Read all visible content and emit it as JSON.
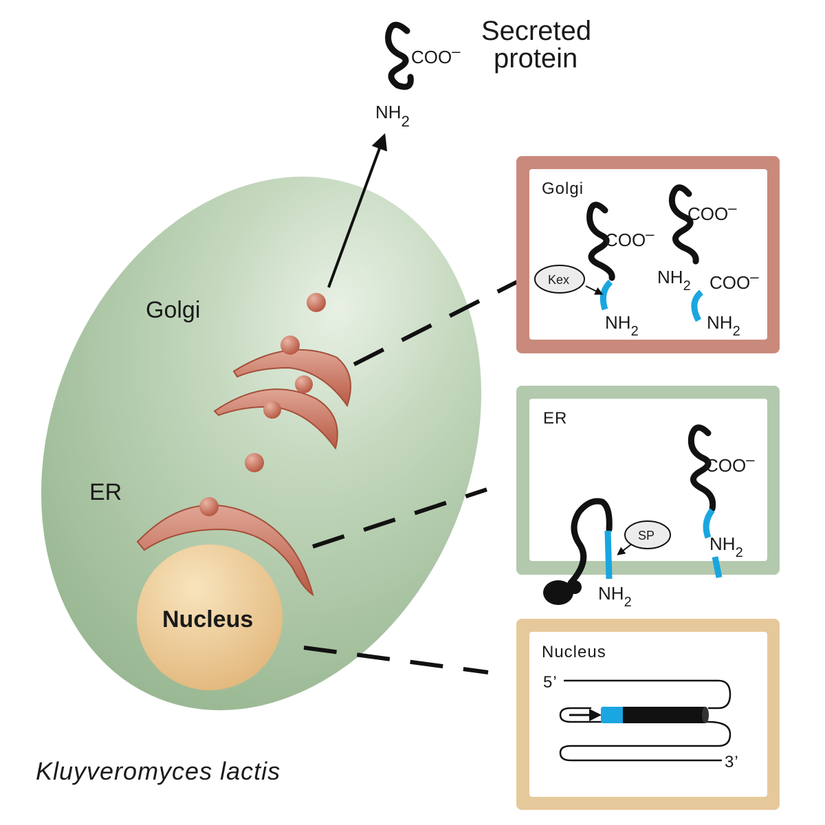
{
  "title": {
    "line1": "Secreted",
    "line2": "protein"
  },
  "cell": {
    "golgi_label": "Golgi",
    "er_label": "ER",
    "nucleus_label": "Nucleus",
    "species": "Kluyveromyces lactis"
  },
  "chem": {
    "coo": "COO",
    "coo_charge": "–",
    "nh": "NH",
    "nh_sub": "2"
  },
  "golgi_box": {
    "title": "Golgi",
    "enzyme": "Kex"
  },
  "er_box": {
    "title": "ER",
    "enzyme": "SP"
  },
  "nucleus_box": {
    "title": "Nucleus",
    "five_prime": "5’",
    "three_prime": "3’"
  },
  "colors": {
    "cell_fill": "#a9c4a3",
    "organelle": "#c46a55",
    "nucleus": "#e9c48e",
    "golgi_border": "#c98a7c",
    "er_border": "#b3c9ad",
    "nucleus_border": "#e6c99a",
    "signal": "#1aa6e0"
  }
}
